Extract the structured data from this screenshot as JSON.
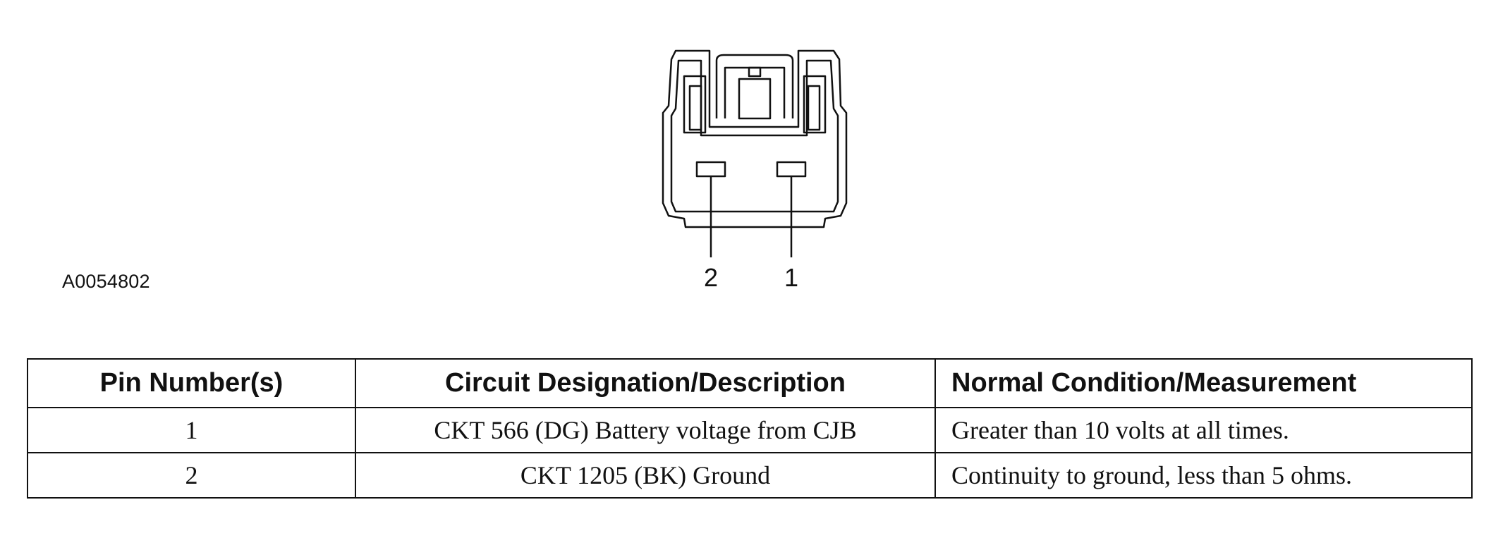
{
  "figure": {
    "code": "A0054802",
    "pin_labels": [
      "2",
      "1"
    ]
  },
  "table": {
    "headers": [
      "Pin Number(s)",
      "Circuit Designation/Description",
      "Normal Condition/Measurement"
    ],
    "rows": [
      {
        "pin": "1",
        "circuit": "CKT 566 (DG) Battery voltage from CJB",
        "condition": "Greater than 10 volts at all times."
      },
      {
        "pin": "2",
        "circuit": "CKT 1205 (BK) Ground",
        "condition": "Continuity to ground, less than 5 ohms."
      }
    ]
  }
}
